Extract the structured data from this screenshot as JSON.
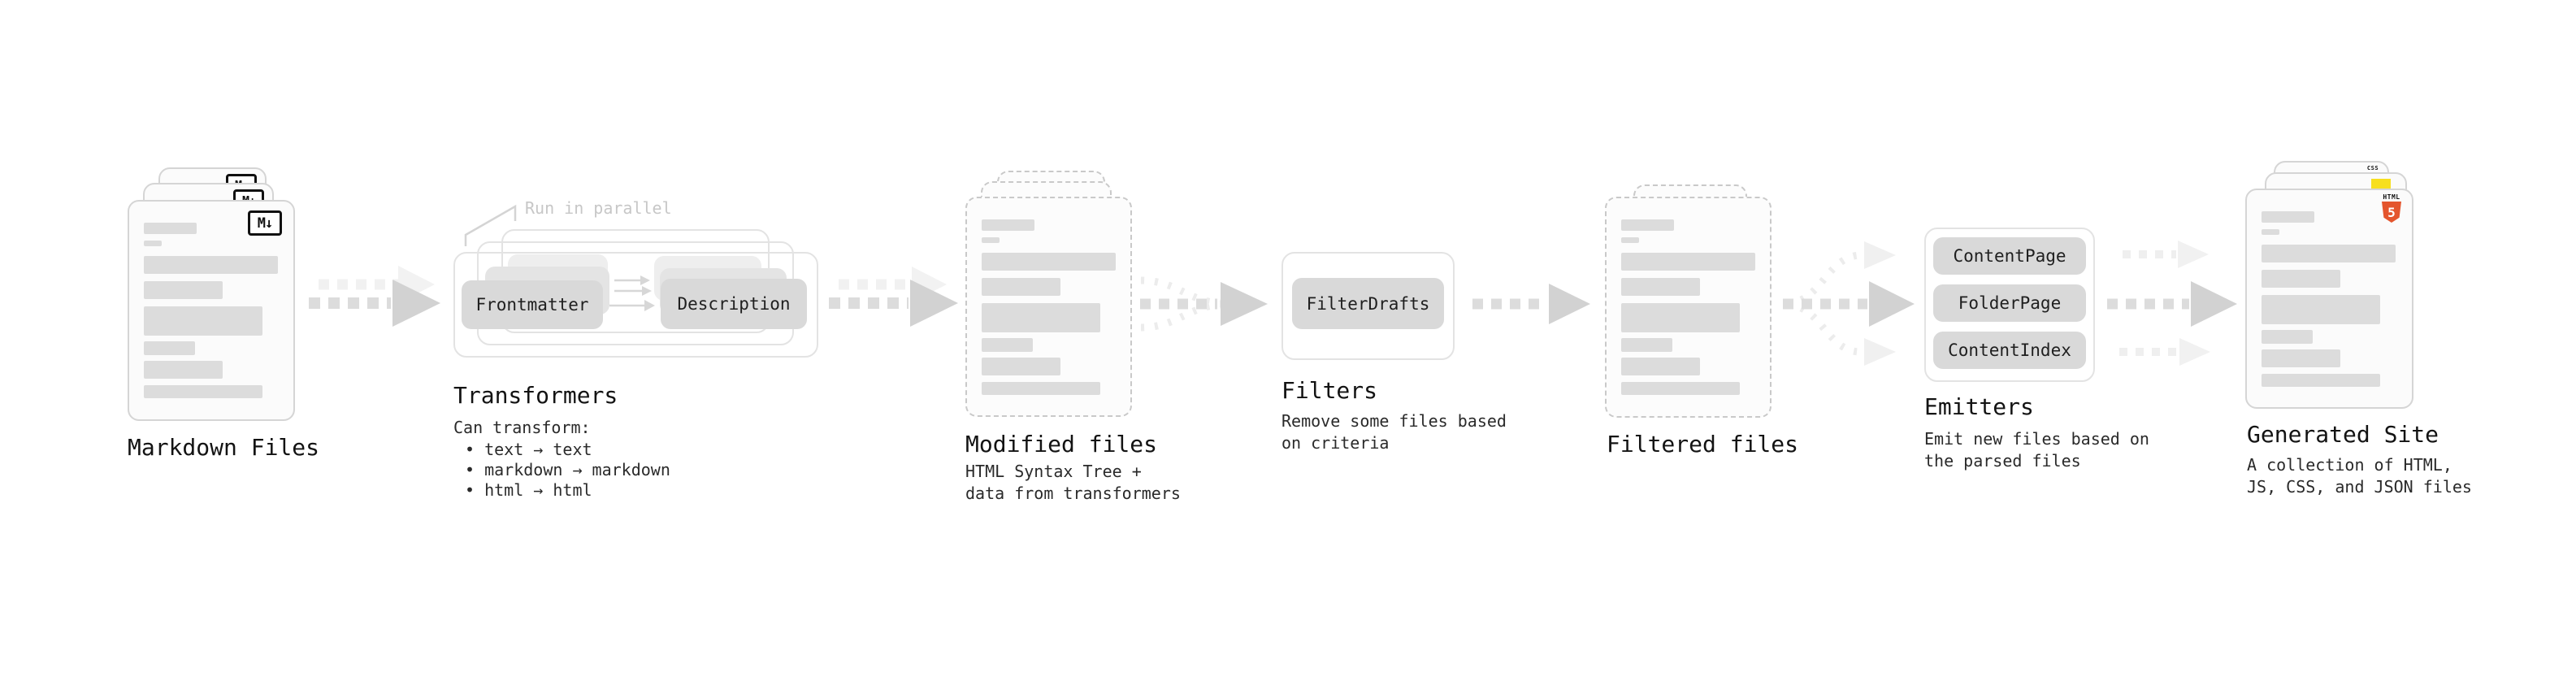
{
  "diagram": {
    "stations": {
      "markdown_files": {
        "label": "Markdown Files",
        "icon_label": "M↓"
      },
      "transformers": {
        "label": "Transformers",
        "parallel_note": "Run in parallel",
        "nodes": [
          "Frontmatter",
          "Description"
        ],
        "description_title": "Can transform:",
        "bullets": [
          "• text → text",
          "• markdown → markdown",
          "• html → html"
        ]
      },
      "modified_files": {
        "label": "Modified files",
        "description_lines": [
          "HTML Syntax Tree +",
          "data from transformers"
        ]
      },
      "filters": {
        "label": "Filters",
        "nodes": [
          "FilterDrafts"
        ],
        "description_lines": [
          "Remove some files based",
          "on criteria"
        ]
      },
      "filtered_files": {
        "label": "Filtered files"
      },
      "emitters": {
        "label": "Emitters",
        "nodes": [
          "ContentPage",
          "FolderPage",
          "ContentIndex"
        ],
        "description_lines": [
          "Emit new files based on",
          "the parsed files"
        ]
      },
      "generated_site": {
        "label": "Generated Site",
        "description_lines": [
          "A collection of HTML,",
          "JS, CSS, and JSON files"
        ],
        "badges": {
          "css": "CSS",
          "html5_word": "HTML",
          "html5_number": "5"
        }
      }
    },
    "colors": {
      "html5_orange": "#e4552d",
      "js_yellow": "#f7df1e",
      "css_blue": "#2d63e5",
      "arrow_gray": "#d2d2d2",
      "dash_gray": "#dcdcdc",
      "ghost_gray": "#f0f0f0",
      "muted_text": "#c7c7c7",
      "bar_gray": "#dcdcdc"
    }
  }
}
